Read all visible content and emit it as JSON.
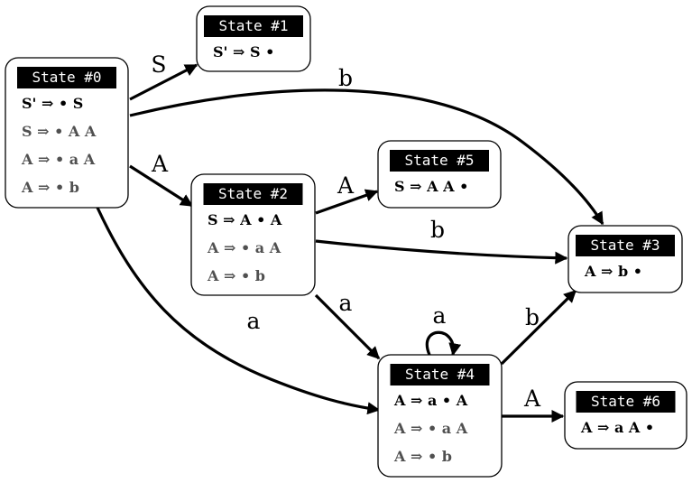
{
  "states": [
    {
      "id": 0,
      "title": "State #0",
      "items": [
        {
          "text": "S' ⇒ • S",
          "kernel": true
        },
        {
          "text": "S ⇒ • A A",
          "kernel": false
        },
        {
          "text": "A ⇒ • a A",
          "kernel": false
        },
        {
          "text": "A ⇒ • b",
          "kernel": false
        }
      ]
    },
    {
      "id": 1,
      "title": "State #1",
      "items": [
        {
          "text": "S' ⇒ S •",
          "kernel": true
        }
      ]
    },
    {
      "id": 2,
      "title": "State #2",
      "items": [
        {
          "text": "S ⇒ A • A",
          "kernel": true
        },
        {
          "text": "A ⇒ • a A",
          "kernel": false
        },
        {
          "text": "A ⇒ • b",
          "kernel": false
        }
      ]
    },
    {
      "id": 3,
      "title": "State #3",
      "items": [
        {
          "text": "A ⇒ b •",
          "kernel": true
        }
      ]
    },
    {
      "id": 4,
      "title": "State #4",
      "items": [
        {
          "text": "A ⇒ a • A",
          "kernel": true
        },
        {
          "text": "A ⇒ • a A",
          "kernel": false
        },
        {
          "text": "A ⇒ • b",
          "kernel": false
        }
      ]
    },
    {
      "id": 5,
      "title": "State #5",
      "items": [
        {
          "text": "S ⇒ A A •",
          "kernel": true
        }
      ]
    },
    {
      "id": 6,
      "title": "State #6",
      "items": [
        {
          "text": "A ⇒ a A •",
          "kernel": true
        }
      ]
    }
  ],
  "transitions": [
    {
      "from": 0,
      "to": 1,
      "symbol": "S"
    },
    {
      "from": 0,
      "to": 3,
      "symbol": "b"
    },
    {
      "from": 0,
      "to": 2,
      "symbol": "A"
    },
    {
      "from": 0,
      "to": 4,
      "symbol": "a"
    },
    {
      "from": 2,
      "to": 5,
      "symbol": "A"
    },
    {
      "from": 2,
      "to": 3,
      "symbol": "b"
    },
    {
      "from": 2,
      "to": 4,
      "symbol": "a"
    },
    {
      "from": 4,
      "to": 4,
      "symbol": "a"
    },
    {
      "from": 4,
      "to": 3,
      "symbol": "b"
    },
    {
      "from": 4,
      "to": 6,
      "symbol": "A"
    }
  ]
}
